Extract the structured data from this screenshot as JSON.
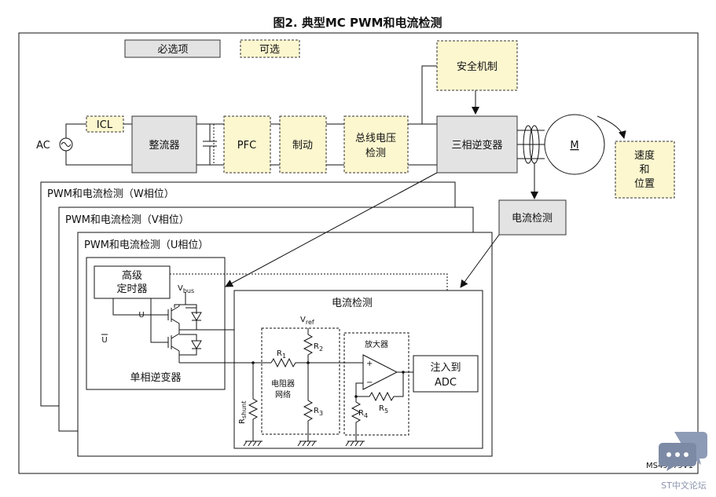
{
  "title": "图2. 典型MC PWM和电流检测",
  "legend": {
    "required": "必选项",
    "optional": "可选"
  },
  "power_chain": {
    "ac": "AC",
    "icl": "ICL",
    "rectifier": "整流器",
    "pfc": "PFC",
    "brake": "制动",
    "bus_voltage_detect": [
      "总线电压",
      "检测"
    ],
    "safety": "安全机制",
    "inverter": "三相逆变器",
    "motor": "M",
    "speed_position": [
      "速度",
      "和",
      "位置"
    ],
    "current_detect": "电流检测"
  },
  "phase_panels": {
    "w": "PWM和电流检测（W相位）",
    "v": "PWM和电流检测（V相位）",
    "u": "PWM和电流检测（U相位）"
  },
  "u_phase": {
    "timer": [
      "高级",
      "定时器"
    ],
    "vbus": "V",
    "vbus_sub": "bus",
    "u_label": "U",
    "u_bar_label": "U",
    "single_inverter": "单相逆变器",
    "current_detect": "电流检测",
    "vref": "V",
    "vref_sub": "ref",
    "r1": "R",
    "r1_sub": "1",
    "r2": "R",
    "r2_sub": "2",
    "r3": "R",
    "r3_sub": "3",
    "r4": "R",
    "r4_sub": "4",
    "r5": "R",
    "r5_sub": "5",
    "rshunt": "R",
    "rshunt_sub": "shunt",
    "resistor_network": [
      "电阻器",
      "网络"
    ],
    "amplifier": "放大器",
    "plus": "+",
    "minus": "−",
    "adc": [
      "注入到",
      "ADC"
    ]
  },
  "ref_code": "MS49979V1",
  "watermark": "ST中文论坛"
}
